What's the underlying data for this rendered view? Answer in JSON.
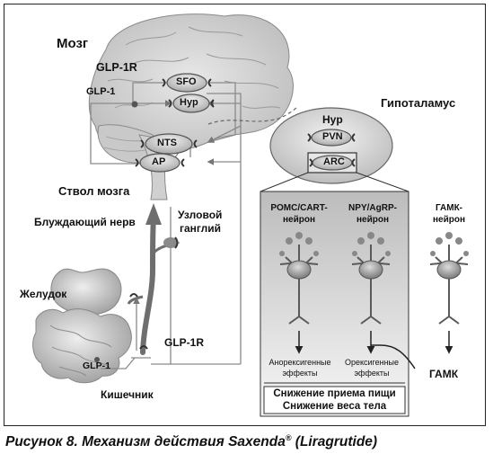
{
  "labels": {
    "brain": "Мозг",
    "glp1r_brain": "GLP-1R",
    "glp1_brain": "GLP-1",
    "sfo": "SFO",
    "hyp_node": "Нyp",
    "nts": "NTS",
    "ap": "AP",
    "brainstem": "Ствол мозга",
    "vagus": "Блуждающий нерв",
    "nodose_1": "Узловой",
    "nodose_2": "ганглий",
    "stomach": "Желудок",
    "intestine": "Кишечник",
    "glp1_gut": "GLP-1",
    "glp1r_gut": "GLP-1R",
    "hypothalamus": "Гипоталамус",
    "hyp_top": "Нyp",
    "pvn": "PVN",
    "arc": "ARC",
    "pomc_1": "POMC/CART-",
    "pomc_2": "нейрон",
    "npy_1": "NPY/AgRP-",
    "npy_2": "нейрон",
    "gaba_neuron_1": "ГАМК-",
    "gaba_neuron_2": "нейрон",
    "anorex_1": "Анорексигенные",
    "anorex_2": "эффекты",
    "orex_1": "Орексигенные",
    "orex_2": "эффекты",
    "gaba": "ГАМК",
    "outcome_1": "Снижение приема пищи",
    "outcome_2": "Снижение веса тела"
  },
  "caption": {
    "prefix": "Рисунок 8. Механизм действия Saxenda",
    "reg": "®",
    "suffix": " (Liragrutide)"
  }
}
